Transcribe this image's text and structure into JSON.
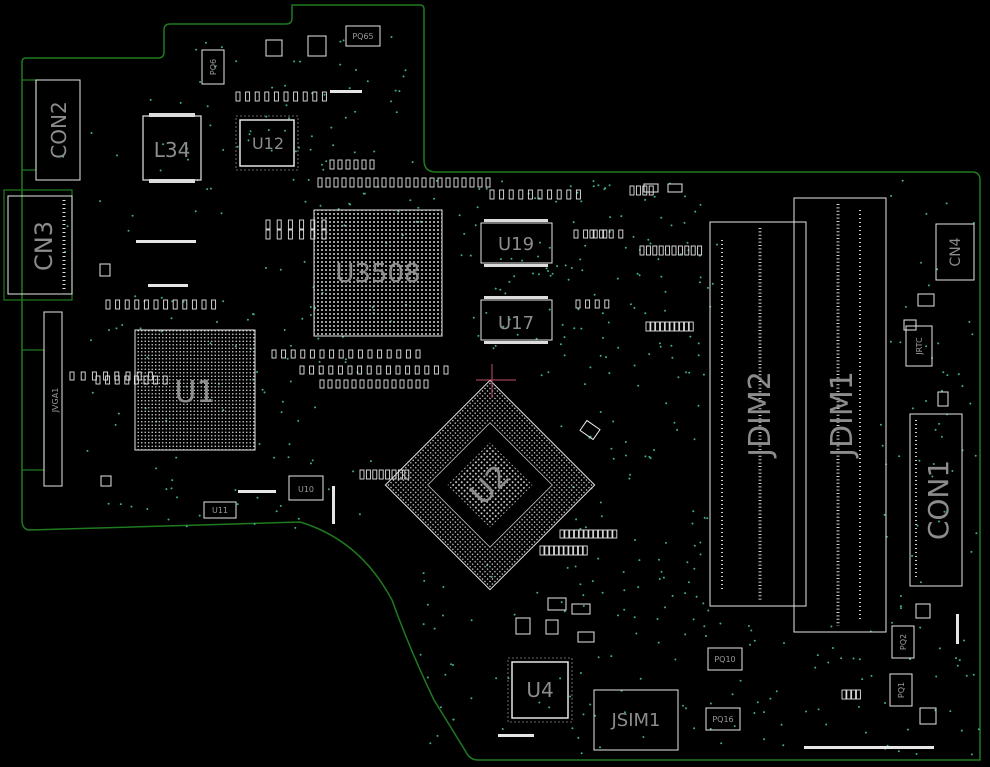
{
  "colors": {
    "background": "#000000",
    "outline": "#1f7a1f",
    "silkscreen": "#e6e6e6",
    "label": "#8c8c8c",
    "via": "#3fae8f",
    "marker": "#c0506a"
  },
  "components": {
    "u3508": "U3508",
    "u1": "U1",
    "u2": "U2",
    "u4": "U4",
    "u12": "U12",
    "u17": "U17",
    "u19": "U19",
    "u10": "U10",
    "u11": "U11",
    "l34": "L34",
    "con1": "CON1",
    "con2": "CON2",
    "cn3": "CN3",
    "cn4": "CN4",
    "jvga1": "JVGA1",
    "jdim1": "JDIM1",
    "jdim2": "JDIM2",
    "jsim1": "JSIM1",
    "jrtc": "JRTC",
    "pq65": "PQ65",
    "pq6": "PQ6",
    "pq10": "PQ10",
    "pq16": "PQ16",
    "pq1": "PQ1",
    "pq2": "PQ2"
  }
}
